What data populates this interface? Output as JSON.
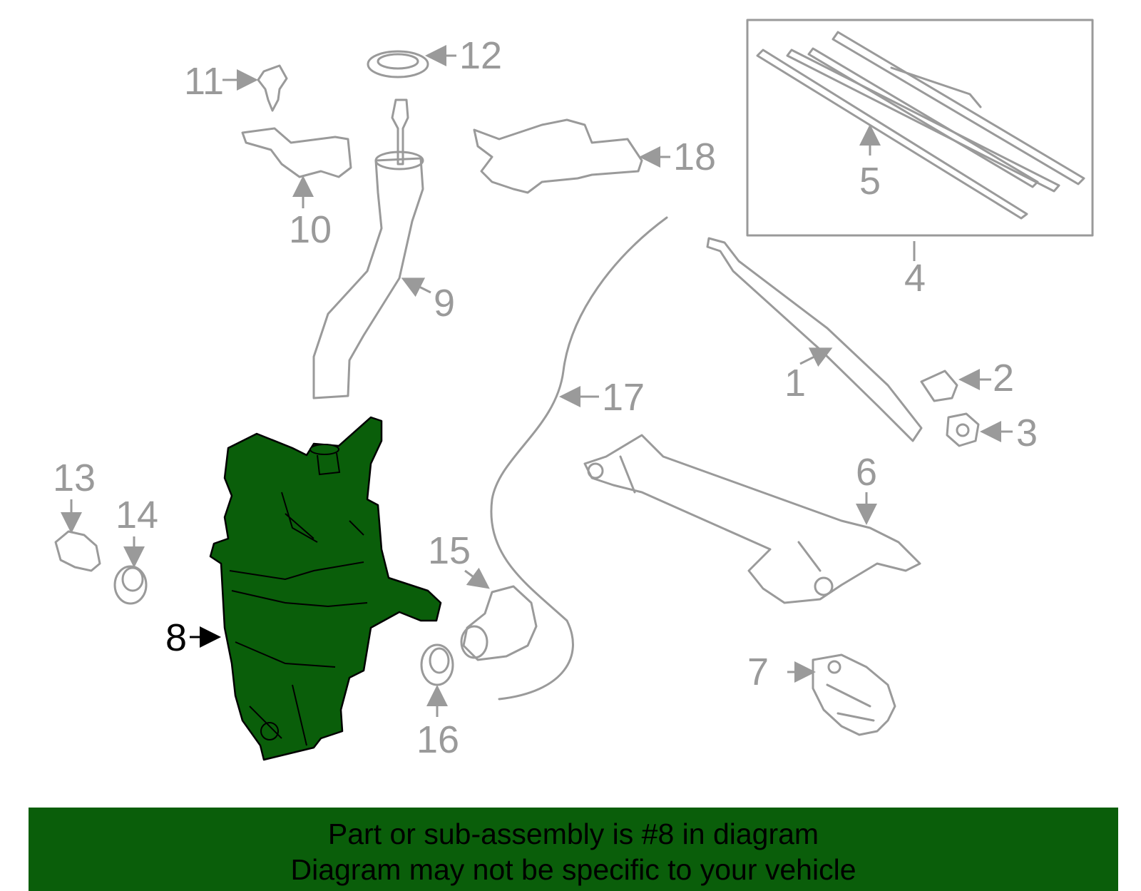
{
  "colors": {
    "highlight_part": "#0a5e0a",
    "highlight_stroke": "#000000",
    "other_parts": "#9a9a9a",
    "footer_background": "#0a5e0a",
    "background": "#ffffff"
  },
  "diagram": {
    "highlighted_callout": "8",
    "callouts": [
      "1",
      "2",
      "3",
      "4",
      "5",
      "6",
      "7",
      "8",
      "9",
      "10",
      "11",
      "12",
      "13",
      "14",
      "15",
      "16",
      "17",
      "18"
    ]
  },
  "footer": {
    "line1": "Part or sub-assembly is #8 in diagram",
    "line2": "Diagram may not be specific to your vehicle"
  }
}
